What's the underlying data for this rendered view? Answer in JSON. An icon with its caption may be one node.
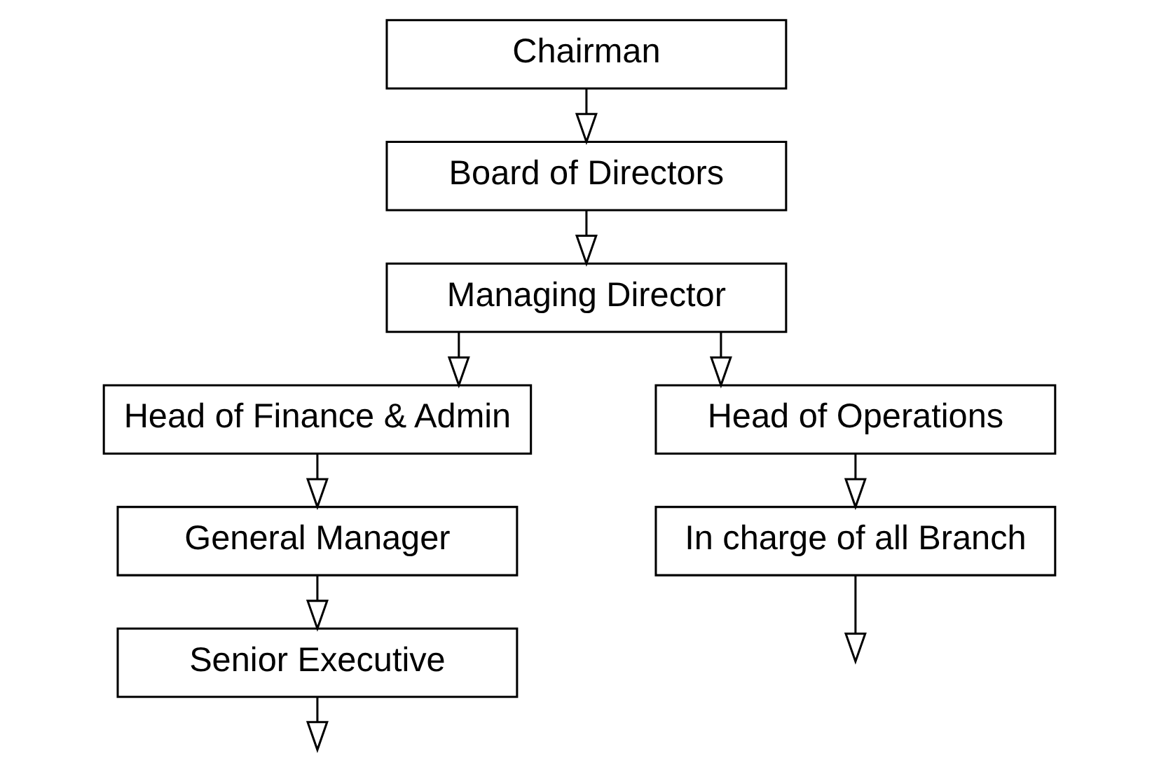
{
  "diagram": {
    "nodes": [
      {
        "text": [
          "Chairman"
        ]
      },
      {
        "text": [
          "Board of Directors"
        ]
      },
      {
        "text": [
          "Managing Director"
        ]
      },
      {
        "text": [
          "Head of Finance & Admin"
        ]
      },
      {
        "text": [
          "Head of Operations"
        ]
      },
      {
        "text": [
          "General Manager"
        ]
      },
      {
        "text": [
          "In charge of all Branch"
        ]
      },
      {
        "text": [
          "Senior Executive"
        ]
      }
    ],
    "edges": [
      {
        "from": 0,
        "to": 1,
        "arrow": "to"
      },
      {
        "from": 1,
        "to": 2,
        "arrow": "to"
      },
      {
        "from": 2,
        "to": 3,
        "arrow": "to"
      },
      {
        "from": 2,
        "to": 4,
        "arrow": "to"
      },
      {
        "from": 3,
        "to": 5,
        "arrow": "to"
      },
      {
        "from": 5,
        "to": 7,
        "arrow": "to"
      },
      {
        "from": 4,
        "to": 6,
        "arrow": "to"
      },
      {
        "from": 7,
        "to": null,
        "arrow": "to"
      },
      {
        "from": 6,
        "to": null,
        "arrow": "to"
      }
    ]
  }
}
